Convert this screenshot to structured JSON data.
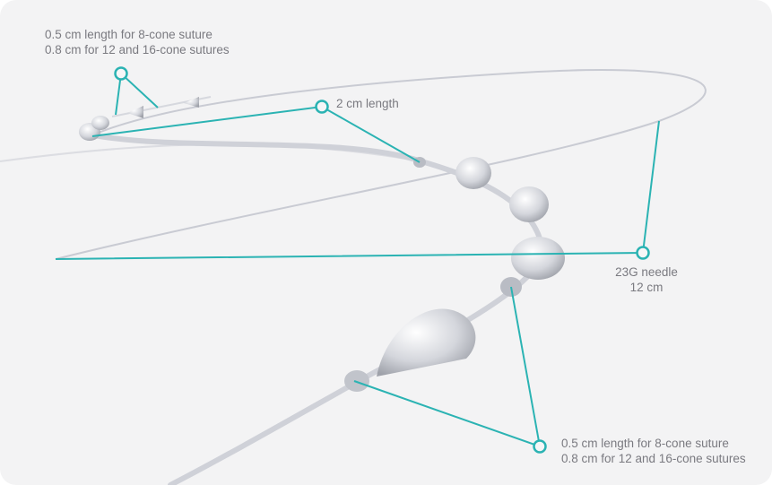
{
  "colors": {
    "accent": "#2bb3b3",
    "text": "#7a7a80"
  },
  "callouts": [
    {
      "line1": "0.5 cm length for 8-cone suture",
      "line2": "0.8 cm for 12 and 16-cone sutures"
    },
    {
      "line1": "2 cm length"
    },
    {
      "line1": "23G needle",
      "line2": "12 cm"
    },
    {
      "line1": "0.5 cm length for 8-cone suture",
      "line2": "0.8 cm for 12 and 16-cone sutures"
    }
  ]
}
